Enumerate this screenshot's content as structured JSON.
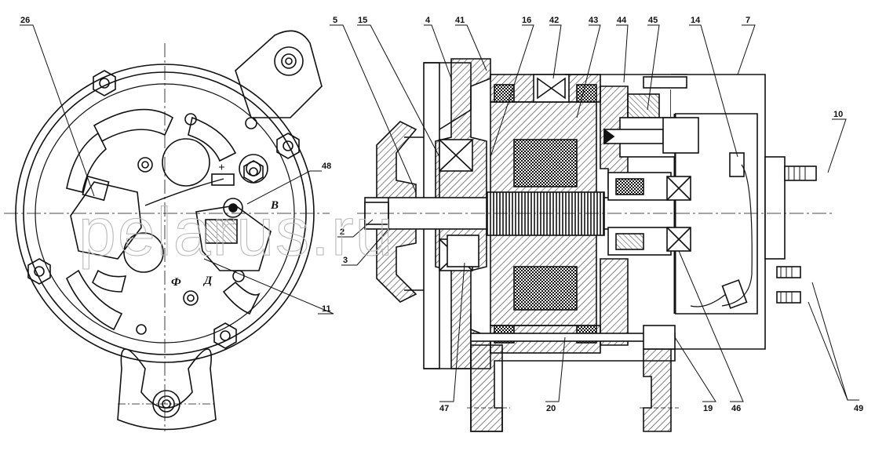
{
  "callouts": {
    "c26": "26",
    "c5": "5",
    "c15": "15",
    "c4": "4",
    "c41": "41",
    "c16": "16",
    "c42": "42",
    "c43": "43",
    "c44": "44",
    "c45": "45",
    "c14": "14",
    "c7": "7",
    "c10": "10",
    "c48": "48",
    "c2": "2",
    "c3": "3",
    "c11": "11",
    "c47": "47",
    "c20": "20",
    "c19": "19",
    "c46": "46",
    "c49": "49"
  },
  "terminal_marks": {
    "plus": "+",
    "b": "В",
    "f": "Ф",
    "d": "Д"
  },
  "watermark": "pelarus.ru",
  "colors": {
    "line": "#111111",
    "hatch": "#333333",
    "watermark": "#b8b8b8"
  }
}
